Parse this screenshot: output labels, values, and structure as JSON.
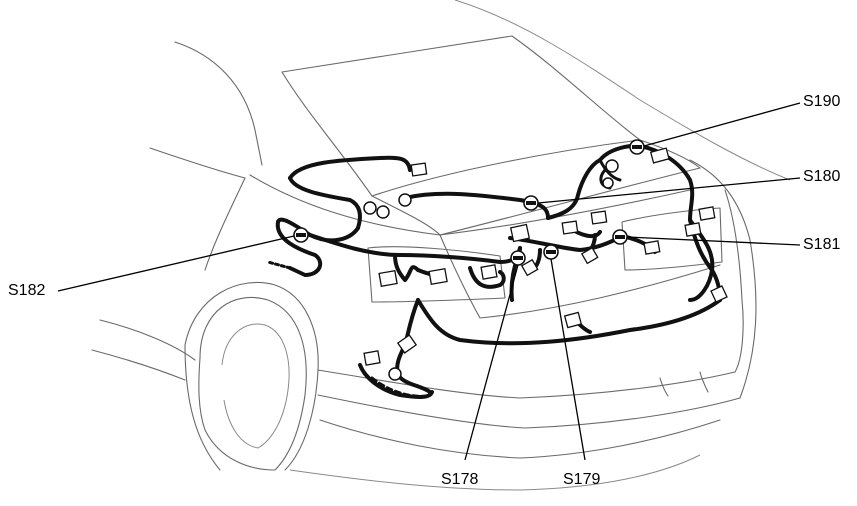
{
  "labels": {
    "s190": "S190",
    "s180": "S180",
    "s181": "S181",
    "s182": "S182",
    "s178": "S178",
    "s179": "S179"
  },
  "colors": {
    "harness": "#111111",
    "body_outline": "#6a6a6a",
    "background": "#ffffff"
  }
}
